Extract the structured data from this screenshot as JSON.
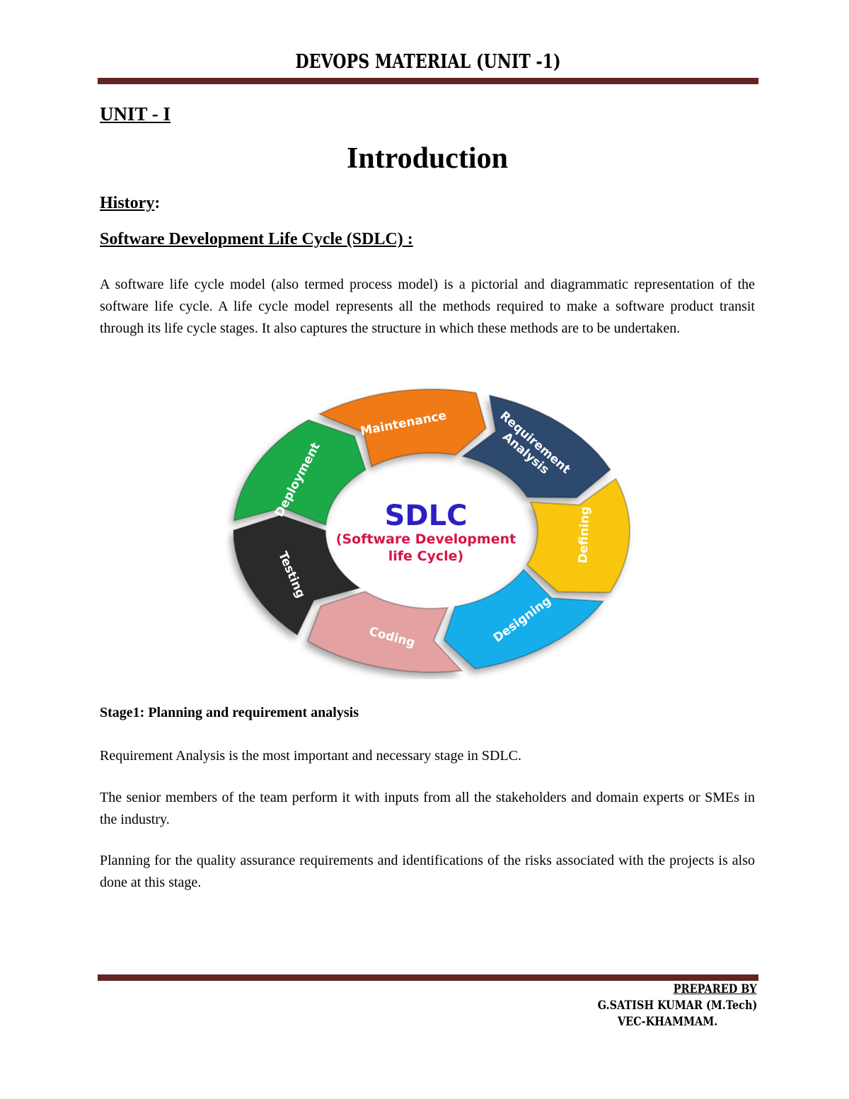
{
  "header": {
    "title": "DEVOPS MATERIAL (UNIT -1)"
  },
  "unit_label": "UNIT - I",
  "page_title": "Introduction",
  "history": {
    "label": "History",
    "colon": ":"
  },
  "sdlc_heading": "Software Development Life Cycle (SDLC) :",
  "sdlc_paragraph": "A software life cycle model (also termed process model) is a pictorial and diagrammatic representation of the software life cycle. A life cycle model represents all the methods required to make a software product transit through its life cycle stages. It also captures the structure in which these methods are to be undertaken.",
  "diagram": {
    "center_title": "SDLC",
    "center_subtitle_line1": "(Software Development",
    "center_subtitle_line2": "life Cycle)",
    "center_title_color": "#2b1fc4",
    "center_subtitle_color": "#d4154a",
    "stages": [
      {
        "label": "Requirement",
        "label2": "Analysis",
        "color": "#2d4a6e"
      },
      {
        "label": "Defining",
        "label2": "",
        "color": "#f7c60f"
      },
      {
        "label": "Designing",
        "label2": "",
        "color": "#14aeea"
      },
      {
        "label": "Coding",
        "label2": "",
        "color": "#e3a1a1"
      },
      {
        "label": "Testing",
        "label2": "",
        "color": "#2b2b2b"
      },
      {
        "label": "Deployment",
        "label2": "",
        "color": "#1daa48"
      },
      {
        "label": "Maintenance",
        "label2": "",
        "color": "#f07a18"
      }
    ]
  },
  "stage1": {
    "heading": "Stage1: Planning and requirement analysis",
    "paragraphs": [
      "Requirement Analysis is the most important and necessary stage in SDLC.",
      "The senior members of the team perform it with inputs from all the stakeholders and domain experts or SMEs in the industry.",
      "Planning for the quality assurance requirements and identifications of the risks associated with the projects is also done at this stage."
    ]
  },
  "footer": {
    "prepared_by": "PREPARED BY",
    "author": "G.SATISH KUMAR (M.Tech)",
    "institution": "VEC-KHAMMAM."
  },
  "colors": {
    "rule": "#622424"
  }
}
